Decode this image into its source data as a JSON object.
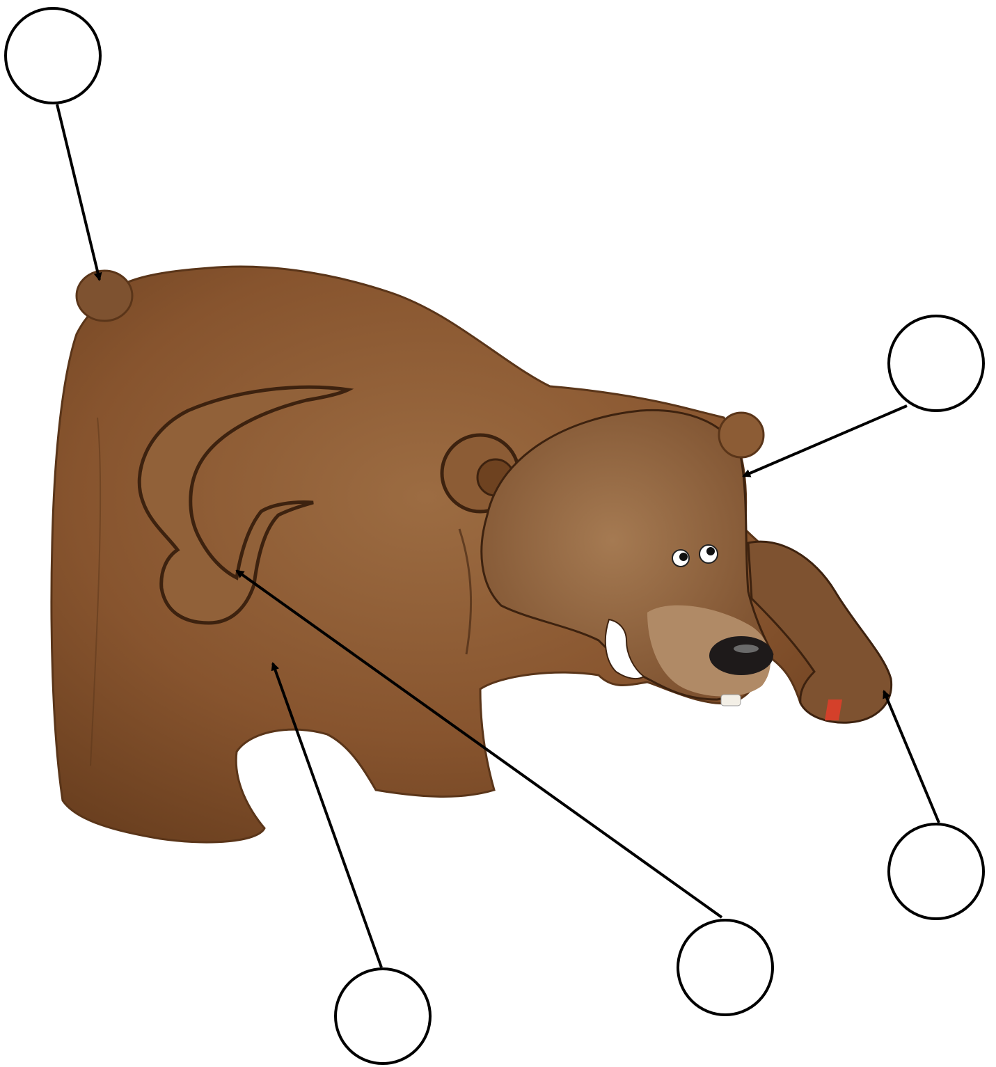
{
  "colors": {
    "background": "#ffffff",
    "fur": "#8a5a34",
    "fur_dark": "#5a3519",
    "fur_light": "#a67a52",
    "muzzle": "#b08a66",
    "nose": "#1e1a1a",
    "claw": "#d4402a",
    "line": "#000000"
  },
  "labels": [
    {
      "id": "tail",
      "text": ""
    },
    {
      "id": "ear",
      "text": ""
    },
    {
      "id": "front-paw",
      "text": ""
    },
    {
      "id": "back-paw",
      "text": ""
    },
    {
      "id": "body",
      "text": ""
    }
  ]
}
